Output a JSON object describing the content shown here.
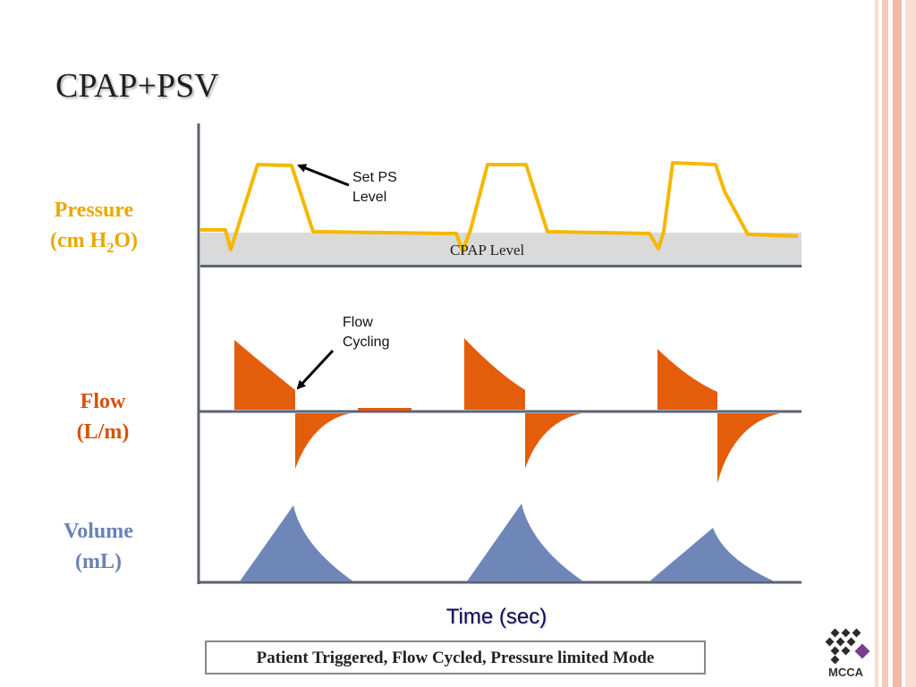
{
  "slide": {
    "title": "CPAP+PSV",
    "xaxis_label": "Time (sec)",
    "caption": "Patient Triggered, Flow Cycled, Pressure limited Mode",
    "logo_text": "MCCA"
  },
  "labels": {
    "pressure_line1": "Pressure",
    "pressure_line2_pre": "(cm H",
    "pressure_line2_sub": "2",
    "pressure_line2_post": "O)",
    "flow_line1": "Flow",
    "flow_line2": "(L/m)",
    "volume_line1": "Volume",
    "volume_line2": "(mL)"
  },
  "annotations": {
    "set_ps_line1": "Set PS",
    "set_ps_line2": "Level",
    "flow_cycling_line1": "Flow",
    "flow_cycling_line2": "Cycling",
    "cpap_level": "CPAP Level"
  },
  "colors": {
    "pressure": "#F5B800",
    "pressure_label": "#E8A800",
    "flow": "#E45D0A",
    "flow_label": "#D5520A",
    "volume": "#6E86B8",
    "volume_label": "#6A82B5",
    "axis": "#5B6370",
    "cpap_band": "#DADADA",
    "stripes": [
      "#F4C9B9",
      "#F9DDD1",
      "#F2B9A4"
    ]
  }
}
